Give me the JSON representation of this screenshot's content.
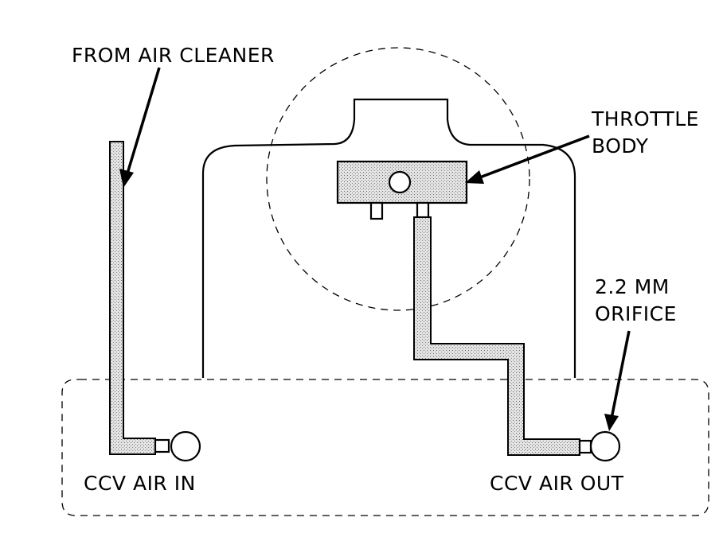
{
  "labels": {
    "from_air_cleaner": "FROM AIR CLEANER",
    "throttle_line1": "THROTTLE",
    "throttle_line2": "BODY",
    "orifice_line1": "2.2 MM",
    "orifice_line2": "ORIFICE",
    "ccv_air_in": "CCV AIR IN",
    "ccv_air_out": "CCV AIR OUT"
  }
}
